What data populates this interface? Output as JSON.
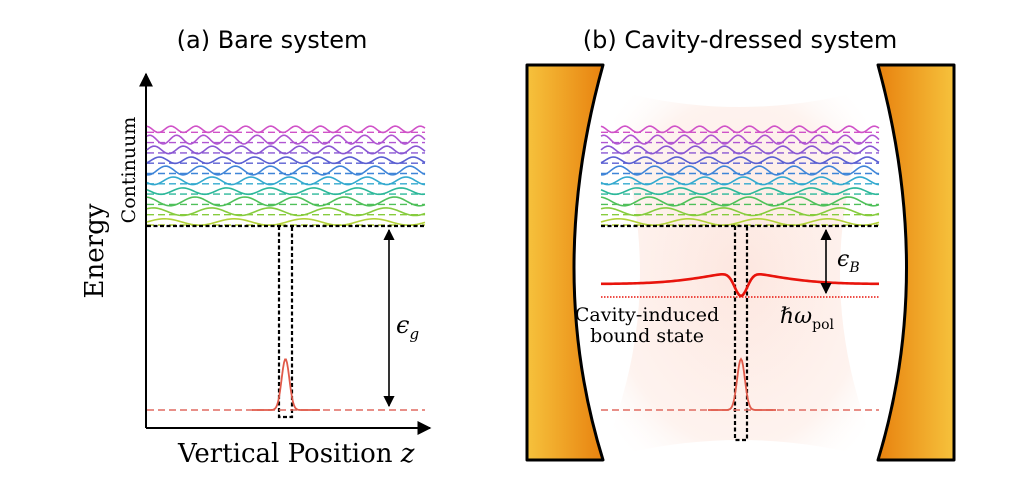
{
  "panel_a": {
    "title": "(a) Bare system",
    "ylabel": "Energy",
    "continuum_label": "Continuum",
    "xlabel_text": "Vertical Position ",
    "xlabel_var": "z",
    "gap_label_main": "ϵ",
    "gap_label_sub": "g"
  },
  "panel_b": {
    "title": "(b) Cavity-dressed system",
    "gap_label_main": "ϵ",
    "gap_label_sub": "B",
    "polariton_label_main": "ℏω",
    "polariton_label_sub": "pol",
    "bound_state_line1": "Cavity-induced",
    "bound_state_line2": "bound state"
  },
  "colors": {
    "bound_state": "#e05a4a",
    "bound_line": "#e06a60",
    "cavity_state": "#e8140c",
    "mirror_dark": "#e8820f",
    "mirror_light": "#f6c23c",
    "cavity_glow": "#fde4dc",
    "continuum": [
      "#b3d23a",
      "#86cc3e",
      "#4fc05a",
      "#2cb89a",
      "#33a9cf",
      "#3f85d8",
      "#5a5fd2",
      "#8a57d3",
      "#b055d2",
      "#d052c8"
    ]
  }
}
